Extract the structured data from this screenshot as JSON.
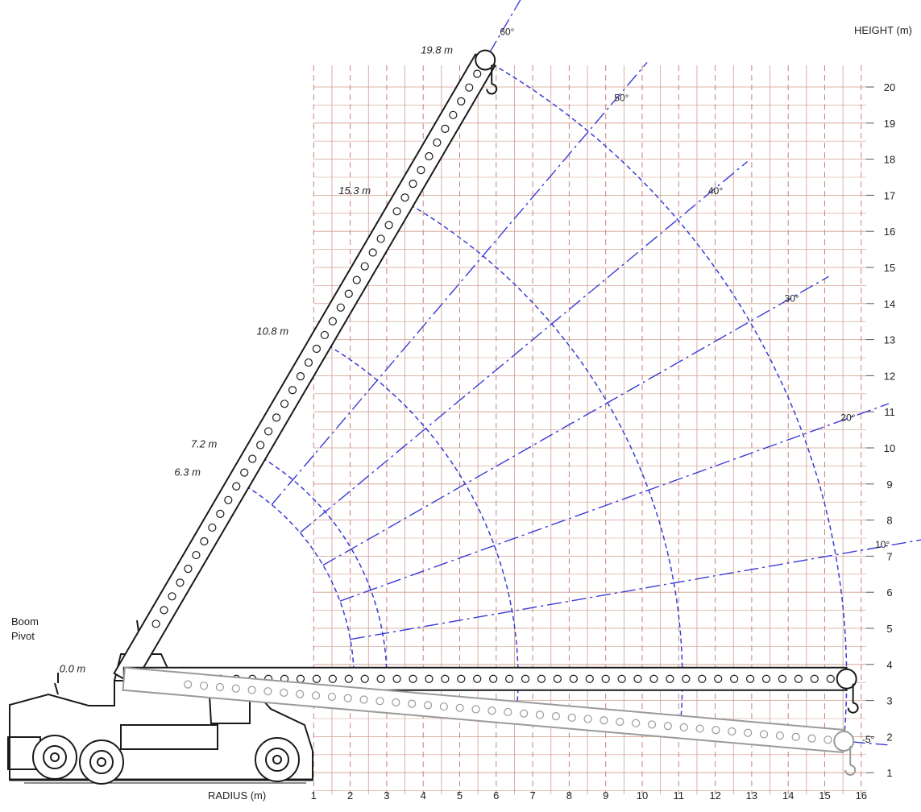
{
  "axes": {
    "x_title": "RADIUS (m)",
    "y_title": "HEIGHT (m)",
    "x_ticks": [
      "1",
      "2",
      "3",
      "4",
      "5",
      "6",
      "7",
      "8",
      "9",
      "10",
      "11",
      "12",
      "13",
      "14",
      "15",
      "16"
    ],
    "y_ticks": [
      "1",
      "2",
      "3",
      "4",
      "5",
      "6",
      "7",
      "8",
      "9",
      "10",
      "11",
      "12",
      "13",
      "14",
      "15",
      "16",
      "17",
      "18",
      "19",
      "20"
    ]
  },
  "pivot_label": [
    "Boom",
    "Pivot"
  ],
  "boom_lengths": [
    {
      "label": "0.0 m",
      "length": 0.0
    },
    {
      "label": "6.3 m",
      "length": 6.3
    },
    {
      "label": "7.2 m",
      "length": 7.2
    },
    {
      "label": "10.8 m",
      "length": 10.8
    },
    {
      "label": "15.3 m",
      "length": 15.3
    },
    {
      "label": "19.8 m",
      "length": 19.8
    }
  ],
  "boom_angles": [
    {
      "label": "60°",
      "angle": 60
    },
    {
      "label": "50°",
      "angle": 50
    },
    {
      "label": "40°",
      "angle": 40
    },
    {
      "label": "30°",
      "angle": 30
    },
    {
      "label": "20°",
      "angle": 20
    },
    {
      "label": "10°",
      "angle": 10
    },
    {
      "label": "-5°",
      "angle": -5
    }
  ],
  "colors": {
    "grid_line": "#d29c8e",
    "grid_dash": "#c7807c",
    "guide": "#3b3bd6",
    "machine": "#1a1a1a"
  }
}
